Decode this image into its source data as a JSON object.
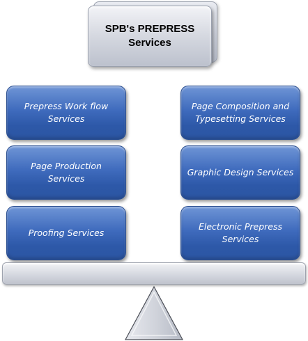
{
  "title": {
    "text": "SPB's PREPRESS\nServices"
  },
  "left_column": [
    {
      "label": "Prepress Work flow\nServices"
    },
    {
      "label": "Page Production\nServices"
    },
    {
      "label": "Proofing Services"
    }
  ],
  "right_column": [
    {
      "label": "Page Composition and\nTypesetting Services"
    },
    {
      "label": "Graphic Design Services"
    },
    {
      "label": "Electronic Prepress\nServices"
    }
  ],
  "colors": {
    "box_fill": "#3f6bbd",
    "box_text": "#ffffff",
    "title_fill": "#d5d8e0",
    "beam_fill": "#d8dbe2"
  }
}
